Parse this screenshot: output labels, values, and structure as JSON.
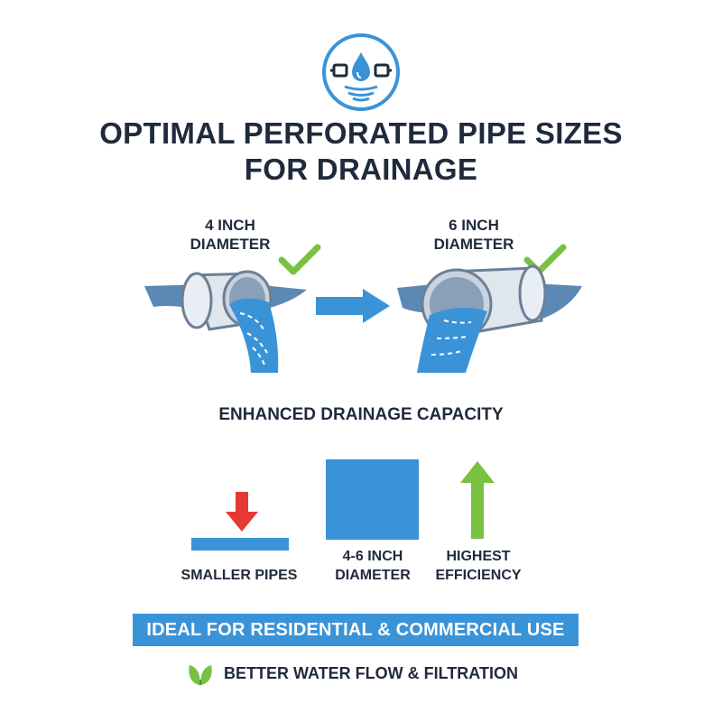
{
  "title": {
    "line1": "OPTIMAL PERFORATED PIPE SIZES",
    "line2": "FOR DRAINAGE"
  },
  "pipes": {
    "left_label": [
      "4 INCH",
      "DIAMETER"
    ],
    "right_label": [
      "6 INCH",
      "DIAMETER"
    ]
  },
  "capacity_label": "ENHANCED DRAINAGE CAPACITY",
  "comparison": {
    "smaller": "SMALLER PIPES",
    "mid": [
      "4-6 INCH",
      "DIAMETER"
    ],
    "high": [
      "HIGHEST",
      "EFFICIENCY"
    ]
  },
  "banner": "IDEAL FOR RESIDENTIAL & COMMERCIAL USE",
  "footer": "BETTER WATER FLOW & FILTRATION",
  "icons": {
    "logo": "water-drop-pipe-icon",
    "check": "checkmark-icon",
    "arrow": "right-arrow-icon",
    "down": "down-arrow-icon",
    "up": "up-arrow-icon",
    "leaf": "leaf-icon"
  },
  "colors": {
    "blue": "#3a93d7",
    "navy": "#1f2a3c",
    "green": "#7ac142",
    "red": "#e53935"
  }
}
